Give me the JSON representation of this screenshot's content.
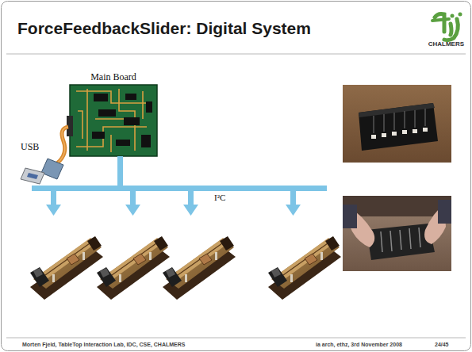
{
  "diagram": {
    "title": "ForceFeedbackSlider: Digital System",
    "nodes": [
      {
        "text": [
          "Main Board"
        ]
      },
      {
        "text": [
          "USB"
        ]
      }
    ],
    "labels": [
      "CHALMERS",
      "I²C",
      "Morten Fjeld, TableTop Interaction Lab, IDC, CSE, CHALMERS",
      "ia arch, ethz, 3rd November 2008",
      "24/45"
    ]
  }
}
